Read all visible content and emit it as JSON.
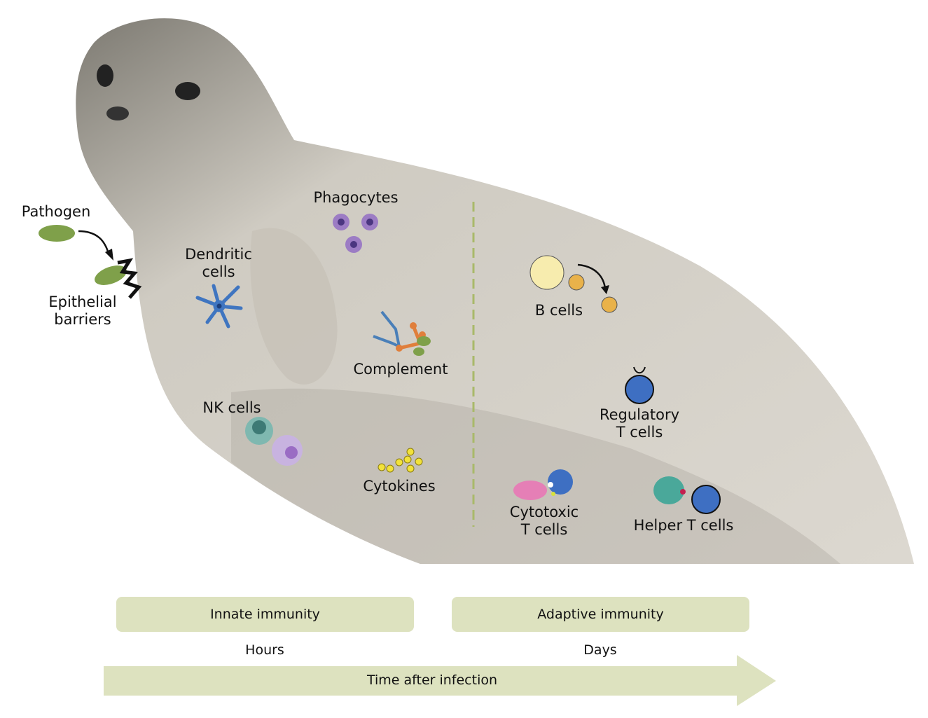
{
  "labels": {
    "pathogen": "Pathogen",
    "epithelial": [
      "Epithelial",
      "barriers"
    ],
    "dendritic": [
      "Dendritic",
      "cells"
    ],
    "phagocytes": "Phagocytes",
    "complement": "Complement",
    "nk": "NK cells",
    "cytokines": "Cytokines",
    "bcells": "B cells",
    "regulatory": [
      "Regulatory",
      "T cells"
    ],
    "cytotoxic": [
      "Cytotoxic",
      "T cells"
    ],
    "helper": "Helper T cells"
  },
  "timeline": {
    "innate": "Innate immunity",
    "adaptive": "Adaptive immunity",
    "hours": "Hours",
    "days": "Days",
    "axis": "Time after infection"
  },
  "colors": {
    "panel": "#dde2bf",
    "divider": "#a9b96a",
    "pathogen": "#7fa04a"
  }
}
